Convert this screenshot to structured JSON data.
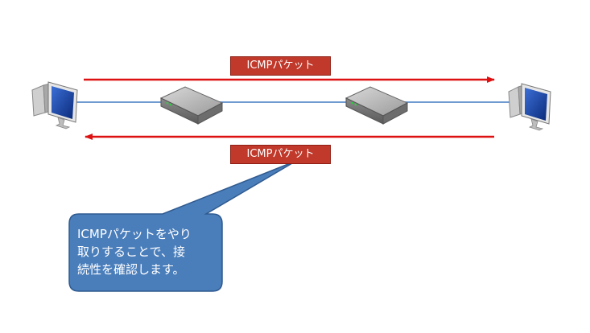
{
  "packet_label_top": "ICMPパケット",
  "packet_label_bottom": "ICMPパケット",
  "callout_text": "ICMPパケットをやり\n取りすることで、接\n続性を確認します。",
  "colors": {
    "arrow": "#dd1111",
    "link": "#6f9bd1",
    "label_bg": "#c0392b",
    "callout_fill": "#4a7ebb",
    "callout_stroke": "#2f5a8f"
  }
}
